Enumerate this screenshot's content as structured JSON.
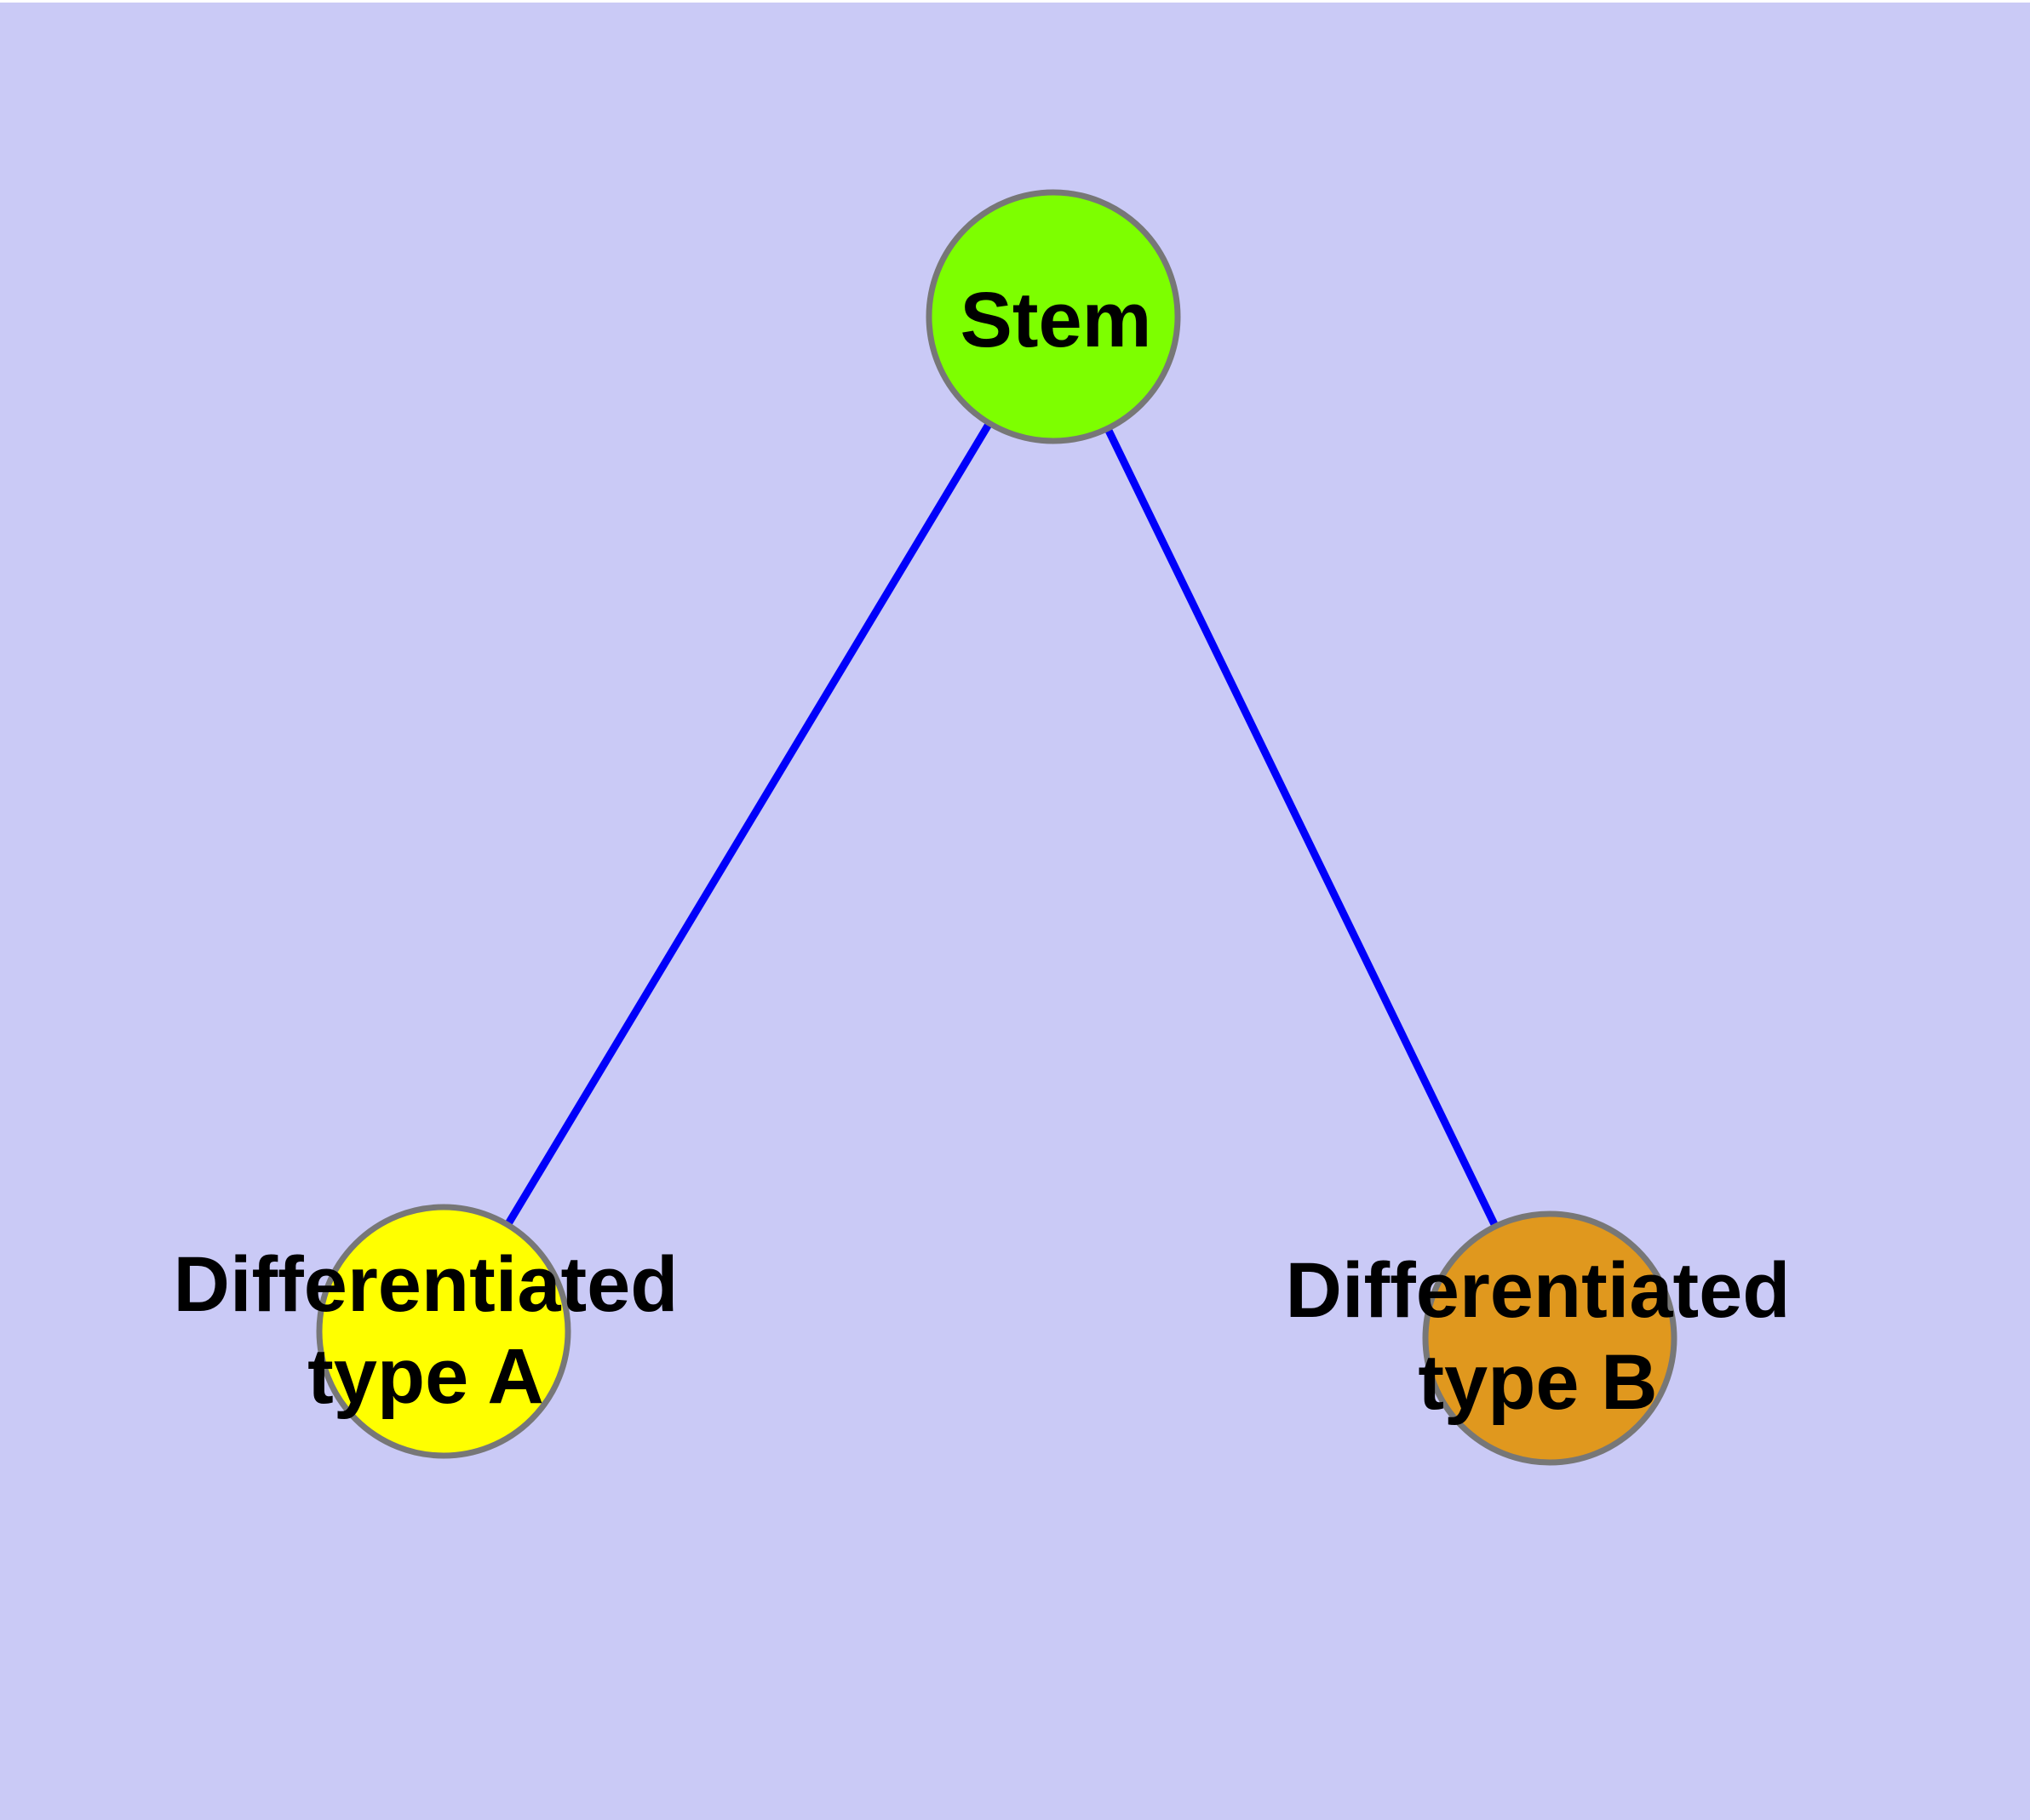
{
  "figure": {
    "type": "cell-differentiation-graph",
    "background_color": "#CACAF6",
    "top_margin_color": "#FFFFFF"
  },
  "nodes": {
    "stem": {
      "label": "Stem",
      "fill": "#7DFF00",
      "stroke": "#777777"
    },
    "type_a": {
      "label": "Differentiated type A",
      "lines": [
        "Differentiated",
        "type A"
      ],
      "fill": "#FFFF00",
      "stroke": "#777777"
    },
    "type_b": {
      "label": "Differentiated type B",
      "lines": [
        "Differentiated",
        "type B"
      ],
      "fill": "#E0981E",
      "stroke": "#777777"
    }
  },
  "edges": {
    "color": "#0000FA",
    "list": [
      {
        "from": "Stem",
        "to": "Differentiated type A"
      },
      {
        "from": "Stem",
        "to": "Differentiated type B"
      }
    ]
  }
}
